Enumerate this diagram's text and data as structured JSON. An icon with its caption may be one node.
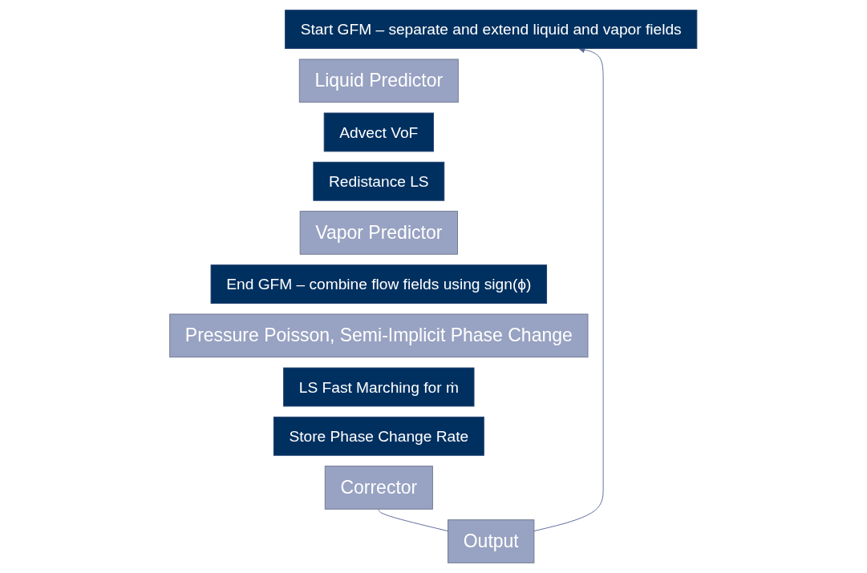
{
  "diagram": {
    "nodes": [
      {
        "text": [
          "Start GFM – separate and extend liquid and vapor fields"
        ]
      },
      {
        "text": [
          "Liquid Predictor"
        ]
      },
      {
        "text": [
          "Advect VoF"
        ]
      },
      {
        "text": [
          "Redistance LS"
        ]
      },
      {
        "text": [
          "Vapor Predictor"
        ]
      },
      {
        "text": [
          "End GFM – combine flow fields using sign(ϕ)"
        ]
      },
      {
        "text": [
          "Pressure Poisson, Semi-Implicit Phase Change"
        ]
      },
      {
        "text": [
          "LS Fast Marching for ṁ"
        ]
      },
      {
        "text": [
          "Store Phase Change Rate"
        ]
      },
      {
        "text": [
          "Corrector"
        ]
      },
      {
        "text": [
          "Output"
        ]
      }
    ],
    "edges": [
      {
        "from": 9,
        "to": 10,
        "arrow": "none"
      },
      {
        "from": 10,
        "to": 0,
        "arrow": "to"
      }
    ]
  }
}
